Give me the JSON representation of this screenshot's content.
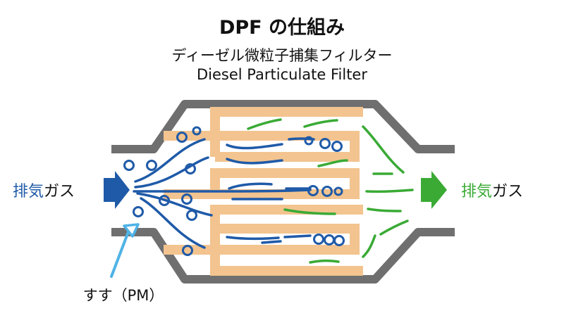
{
  "title": "DPF の仕組み",
  "subtitle_ja": "ディーゼル微粒子捕集フィルター",
  "subtitle_en": "Diesel Particulate Filter",
  "inlet_label": {
    "kanji": "排気",
    "kana": "ガス"
  },
  "outlet_label": {
    "kanji": "排気",
    "kana": "ガス"
  },
  "soot_label": "すす（PM）",
  "colors": {
    "housing": "#6f6f6f",
    "filter": "#f3c48f",
    "exhaust_dirty": "#1f5aa8",
    "exhaust_clean": "#3aaa35",
    "soot_pointer": "#4fb3e6",
    "text": "#111111"
  }
}
